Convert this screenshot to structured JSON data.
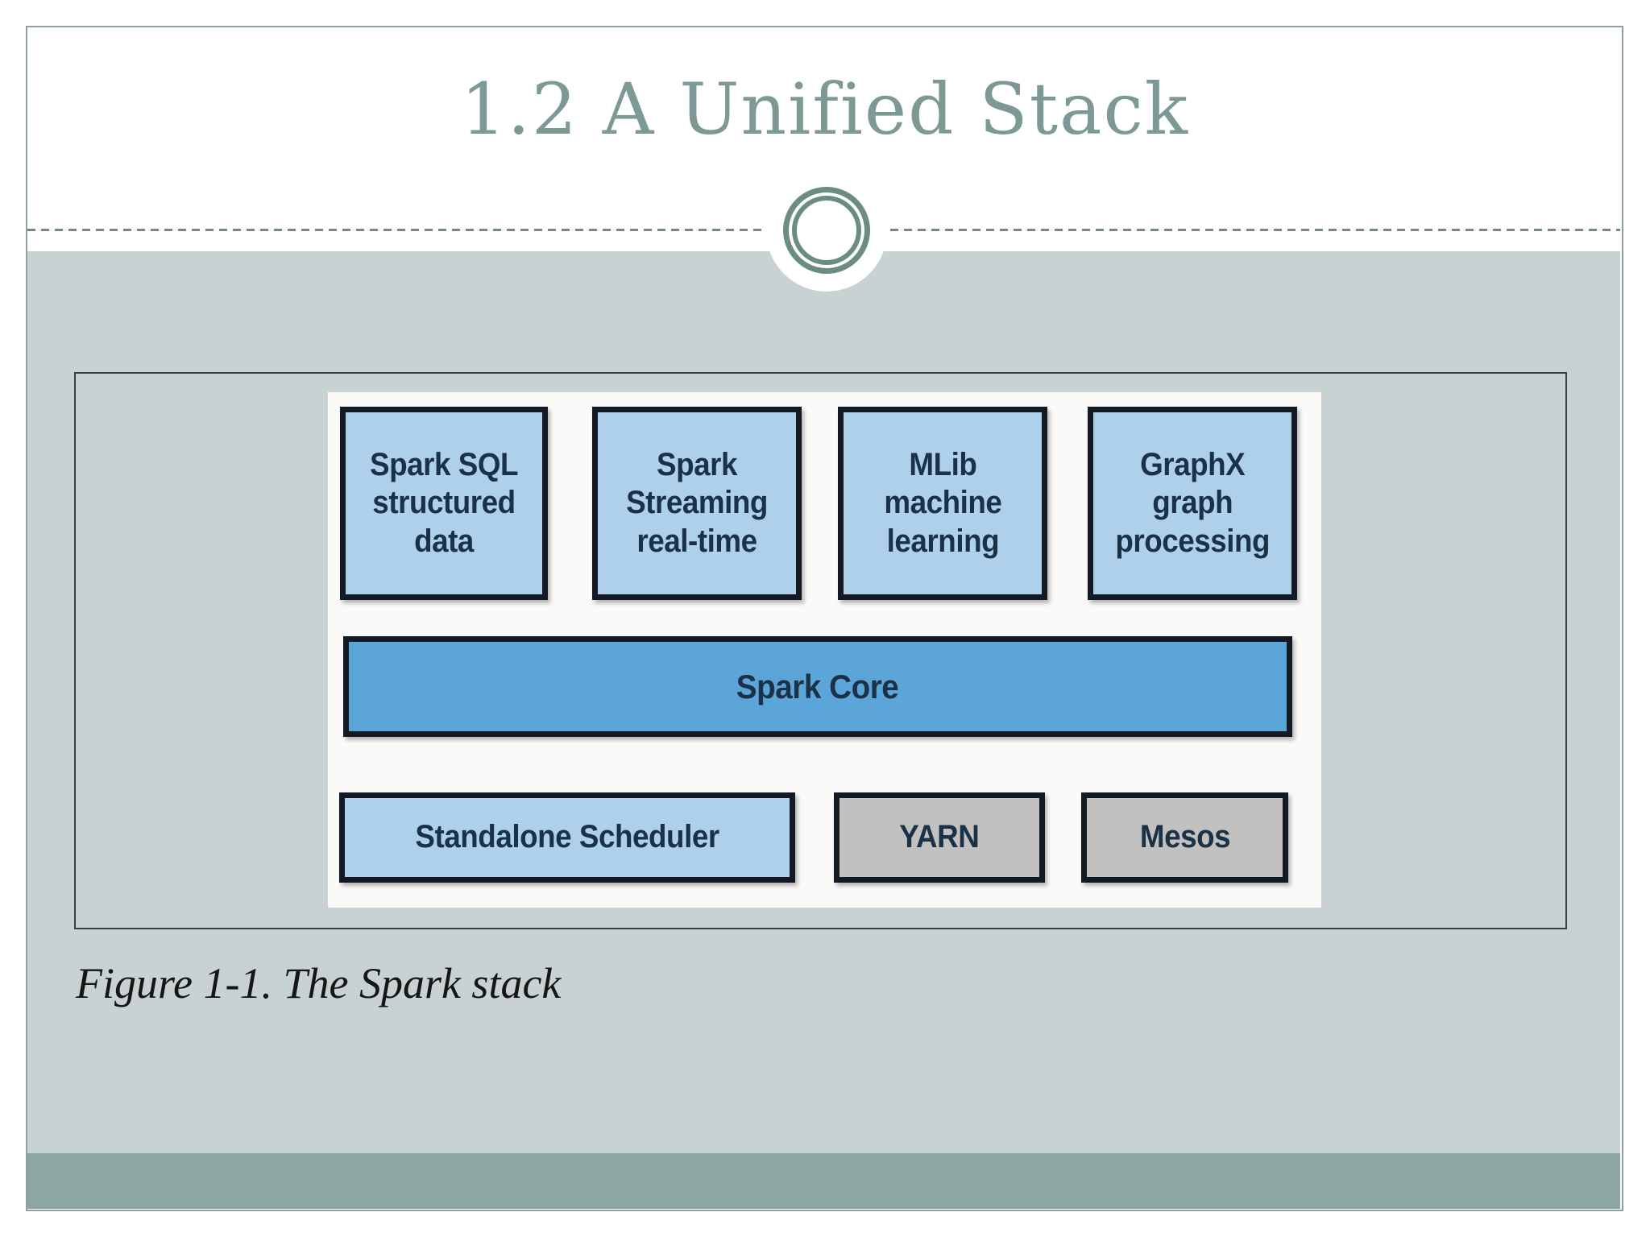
{
  "slide": {
    "title": "1.2 A Unified Stack",
    "caption": "Figure 1-1. The Spark stack"
  },
  "diagram": {
    "top_row": [
      {
        "id": "spark-sql",
        "label": "Spark SQL\nstructured data",
        "variant": "light-blue"
      },
      {
        "id": "spark-streaming",
        "label": "Spark Streaming\nreal-time",
        "variant": "light-blue"
      },
      {
        "id": "mlib",
        "label": "MLib\nmachine\nlearning",
        "variant": "light-blue"
      },
      {
        "id": "graphx",
        "label": "GraphX\ngraph\nprocessing",
        "variant": "light-blue"
      }
    ],
    "core_row": {
      "id": "spark-core",
      "label": "Spark Core",
      "variant": "medium-blue"
    },
    "bottom_row": [
      {
        "id": "standalone-scheduler",
        "label": "Standalone Scheduler",
        "variant": "light-blue"
      },
      {
        "id": "yarn",
        "label": "YARN",
        "variant": "gray"
      },
      {
        "id": "mesos",
        "label": "Mesos",
        "variant": "gray"
      }
    ]
  },
  "colors": {
    "title_text": "#7d9995",
    "content_band": "#c8d2d2",
    "footer_band": "#8ba6a3",
    "ornament_ring": "#6a8c82",
    "slide_border": "#8fa09e",
    "figure_background": "#fbfaf8",
    "box_light_blue": "#aed0ea",
    "box_medium_blue": "#5ca5d9",
    "box_gray": "#c2c1c0",
    "box_border": "#141a24",
    "box_text": "#1b3147"
  }
}
